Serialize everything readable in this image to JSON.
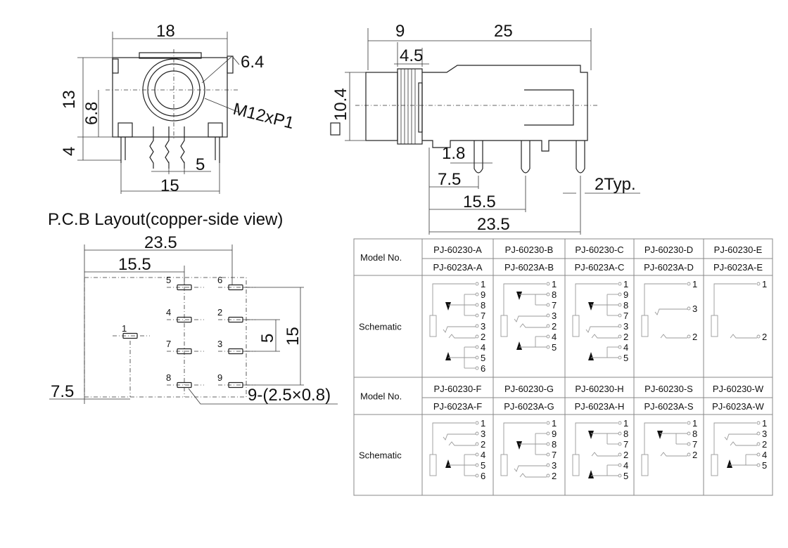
{
  "front_view": {
    "width": "18",
    "height": "13",
    "center_height": "6.8",
    "pin_height": "4",
    "pin_pitch": "5",
    "pin_span": "15",
    "hole": "6.4",
    "thread": "M12xP1"
  },
  "side_view": {
    "nut_length": "9",
    "body_length": "25",
    "thread_length": "4.5",
    "diameter": "10.4",
    "pin_width": "1.8",
    "first_pin": "7.5",
    "second_pin": "15.5",
    "overall": "23.5",
    "pin_note": "2Typ."
  },
  "pcb": {
    "title": "P.C.B Layout(copper-side view)",
    "dim_overall": "23.5",
    "dim_mid": "15.5",
    "dim_pitch": "5",
    "dim_span": "15",
    "dim_left": "7.5",
    "pad_note": "9-(2.5×0.8)",
    "pad_labels": [
      "5",
      "6",
      "4",
      "2",
      "7",
      "3",
      "8",
      "9",
      "1"
    ]
  },
  "table": {
    "model_label": "Model No.",
    "schematic_label": "Schematic",
    "groups": [
      {
        "models_a": [
          "PJ-60230-A",
          "PJ-60230-B",
          "PJ-60230-C",
          "PJ-60230-D",
          "PJ-60230-E"
        ],
        "models_b": [
          "PJ-6023A-A",
          "PJ-6023A-B",
          "PJ-6023A-C",
          "PJ-6023A-D",
          "PJ-6023A-E"
        ],
        "pins": [
          [
            "1",
            "9",
            "8",
            "7",
            "3",
            "2",
            "4",
            "5",
            "6"
          ],
          [
            "1",
            "8",
            "7",
            "3",
            "2",
            "4",
            "5"
          ],
          [
            "1",
            "9",
            "8",
            "7",
            "3",
            "2",
            "4",
            "5"
          ],
          [
            "1",
            "3",
            "2"
          ],
          [
            "1",
            "2"
          ]
        ]
      },
      {
        "models_a": [
          "PJ-60230-F",
          "PJ-60230-G",
          "PJ-60230-H",
          "PJ-60230-S",
          "PJ-60230-W"
        ],
        "models_b": [
          "PJ-6023A-F",
          "PJ-6023A-G",
          "PJ-6023A-H",
          "PJ-6023A-S",
          "PJ-6023A-W"
        ],
        "pins": [
          [
            "1",
            "3",
            "2",
            "4",
            "5",
            "6"
          ],
          [
            "1",
            "9",
            "8",
            "7",
            "3",
            "2"
          ],
          [
            "1",
            "8",
            "7",
            "2",
            "4",
            "5"
          ],
          [
            "1",
            "8",
            "7",
            "2"
          ],
          [
            "1",
            "3",
            "2",
            "4",
            "5"
          ]
        ]
      }
    ]
  }
}
